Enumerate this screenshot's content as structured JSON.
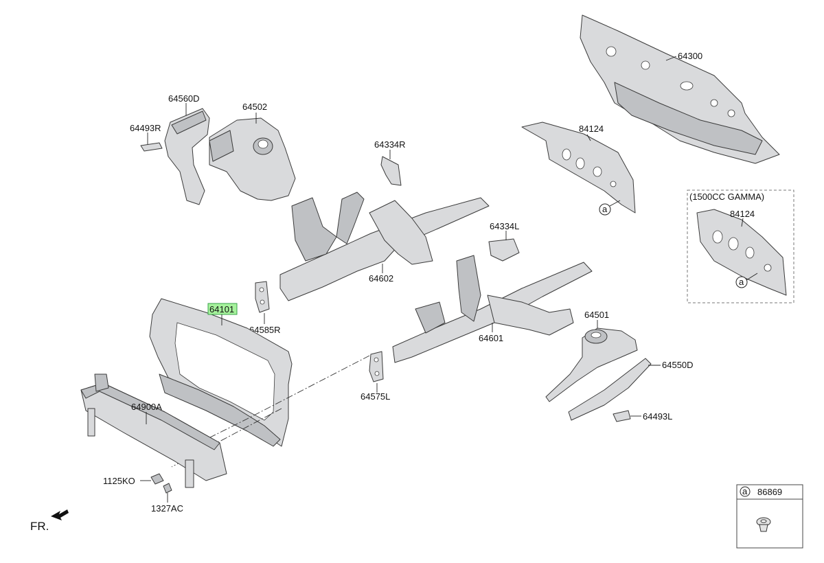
{
  "parts": {
    "p64300": "64300",
    "p84124_main": "84124",
    "p84124_inset": "84124",
    "p64560D": "64560D",
    "p64502": "64502",
    "p64493R": "64493R",
    "p64334R": "64334R",
    "p64334L": "64334L",
    "p64602": "64602",
    "p64585R": "64585R",
    "p64101": "64101",
    "p64601": "64601",
    "p64501": "64501",
    "p64550D": "64550D",
    "p64493L": "64493L",
    "p64575L": "64575L",
    "p64900A": "64900A",
    "p1125KO": "1125KO",
    "p1327AC": "1327AC"
  },
  "inset": {
    "title": "(1500CC GAMMA)"
  },
  "callouts": {
    "a_symbol": "a"
  },
  "legend": {
    "symbol": "a",
    "part": "86869"
  },
  "front_indicator": "FR.",
  "colors": {
    "highlight": "#a6f29c",
    "part_fill": "#d9dadc"
  }
}
